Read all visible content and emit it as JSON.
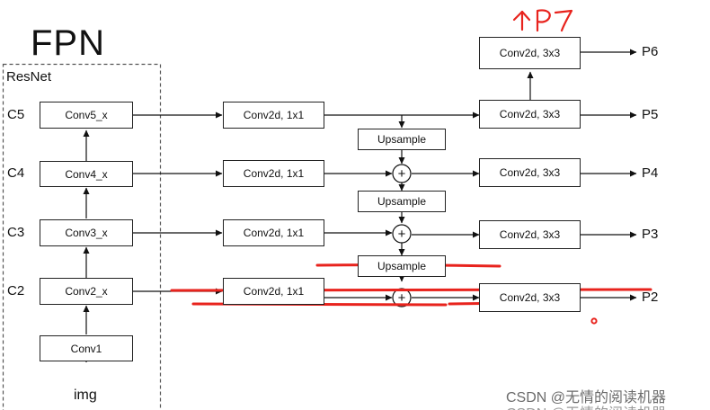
{
  "title": "FPN",
  "backbone": {
    "label": "ResNet",
    "stages": [
      {
        "level": "C5",
        "block": "Conv5_x"
      },
      {
        "level": "C4",
        "block": "Conv4_x"
      },
      {
        "level": "C3",
        "block": "Conv3_x"
      },
      {
        "level": "C2",
        "block": "Conv2_x"
      }
    ],
    "stem": "Conv1",
    "input": "img"
  },
  "lateral": {
    "label": "Conv2d, 1x1"
  },
  "upsample": {
    "label": "Upsample"
  },
  "output": {
    "label": "Conv2d, 3x3",
    "levels": [
      "P6",
      "P5",
      "P4",
      "P3",
      "P2"
    ]
  },
  "handwritten_note": "↑P7",
  "watermark": "CSDN @无情的阅读机器",
  "colors": {
    "ink": "#111111",
    "annotation": "#e8231d",
    "watermark": "#6b6b6b"
  }
}
